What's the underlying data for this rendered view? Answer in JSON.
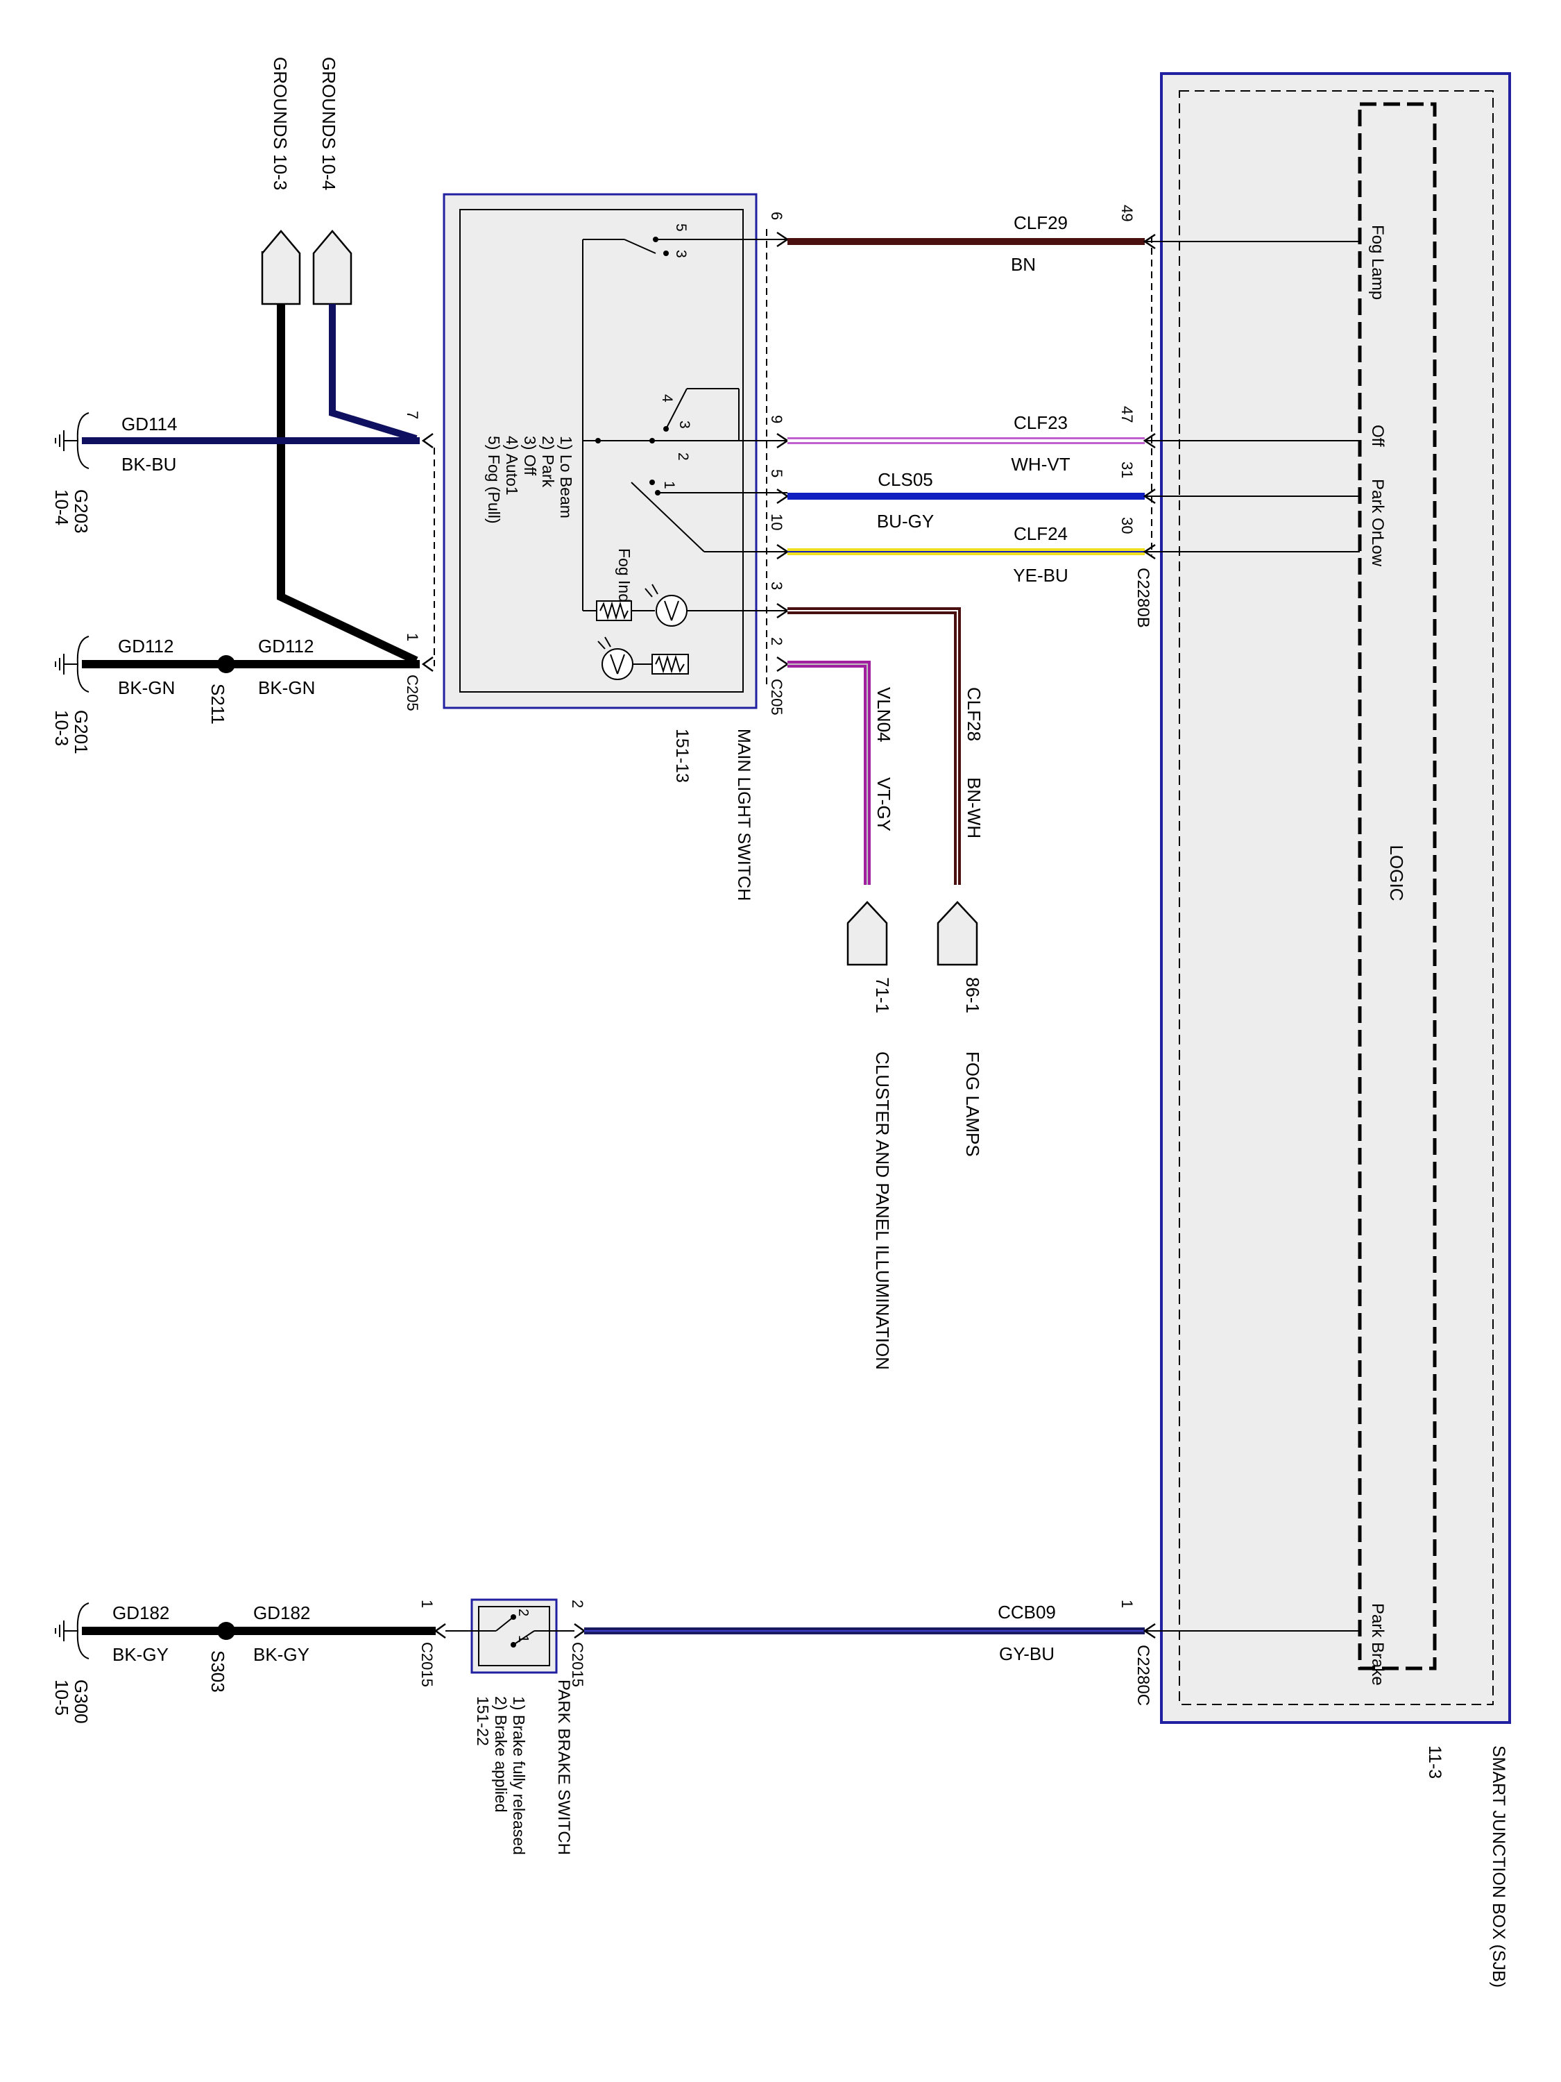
{
  "grounds_top": {
    "g103": "GROUNDS 10-3",
    "g104": "GROUNDS 10-4"
  },
  "main_switch": {
    "name": "MAIN LIGHT SWITCH",
    "ref": "151-13",
    "positions": [
      "1) Lo Beam",
      "2) Park",
      "3) Off",
      "4) Auto1",
      "5) Fog (Pull)"
    ],
    "fog_indicator": "Fog Ind",
    "connector": "C205",
    "pins": {
      "p6": "6",
      "p9": "9",
      "p5": "5",
      "p10": "10",
      "p3": "3",
      "p2": "2",
      "p7": "7",
      "p1": "1"
    },
    "contacts": {
      "c5": "5",
      "c3a": "3",
      "c4": "4",
      "c3b": "3",
      "c2": "2",
      "c1": "1"
    }
  },
  "ground_g203": {
    "wire": "GD114",
    "color": "BK-BU",
    "ground": "G203",
    "page": "10-4"
  },
  "ground_g201": {
    "wire_left": "GD112",
    "color_left": "BK-GN",
    "splice": "S211",
    "wire_right": "GD112",
    "color_right": "BK-GN",
    "ground": "G201",
    "page": "10-3"
  },
  "ground_g300": {
    "wire_left": "GD182",
    "color_left": "BK-GY",
    "splice": "S303",
    "wire_right": "GD182",
    "color_right": "BK-GY",
    "ground": "G300",
    "page": "10-5"
  },
  "circuits": [
    {
      "circuit": "CLF29",
      "color": "BN",
      "pin_sjb": "49",
      "hex": "#4a1010"
    },
    {
      "circuit": "CLF23",
      "color": "WH-VT",
      "pin_sjb": "47",
      "hex": "#c060d0"
    },
    {
      "circuit": "CLS05",
      "color": "BU-GY",
      "pin_sjb": "31",
      "hex": "#1020c0"
    },
    {
      "circuit": "CLF24",
      "color": "YE-BU",
      "pin_sjb": "30",
      "hex": "#f0e020"
    }
  ],
  "vertical_circuits": {
    "clf28": {
      "circuit": "CLF28",
      "color": "BN-WH",
      "dest": "86-1",
      "label": "FOG LAMPS"
    },
    "vln04": {
      "circuit": "VLN04",
      "color": "VT-GY",
      "dest": "71-1",
      "label": "CLUSTER AND PANEL ILLUMINATION"
    }
  },
  "sjb": {
    "name": "SMART JUNCTION BOX (SJB)",
    "ref": "11-3",
    "logic": "LOGIC",
    "connector_b": "C2280B",
    "connector_c": "C2280C",
    "inputs": {
      "fog_lamp": "Fog Lamp",
      "off": "Off",
      "park_on": "Park On",
      "low": "Low",
      "park_brake": "Park Brake"
    }
  },
  "park_brake": {
    "name": "PARK BRAKE SWITCH",
    "positions": [
      "1) Brake fully released",
      "2) Brake applied"
    ],
    "ref": "151-22",
    "connector": "C2015",
    "pin_left": "1",
    "pin_right": "2",
    "contacts": {
      "c2": "2",
      "c1": "1"
    },
    "circuit": "CCB09",
    "color": "GY-BU",
    "pin_sjb": "1"
  },
  "colors": {
    "black_wire": "#000000",
    "blue_border": "#2020a0",
    "box_fill": "#ededed",
    "brown_wire": "#4a1010",
    "violet_wire": "#a020a0"
  }
}
